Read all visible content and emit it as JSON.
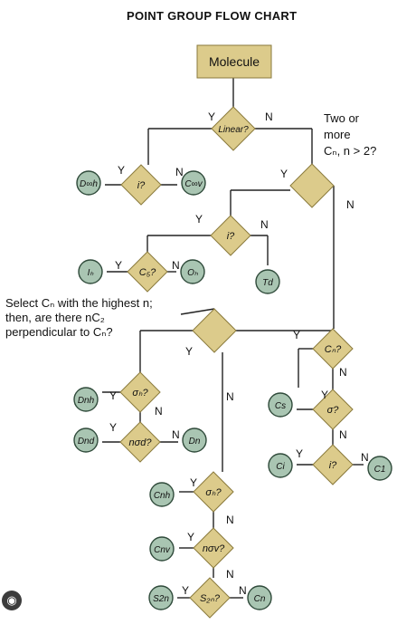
{
  "title": "POINT GROUP FLOW CHART",
  "start": "Molecule",
  "side_note": [
    "Two or",
    "more",
    "Cₙ, n > 2?"
  ],
  "instruction": [
    "Select Cₙ with the highest n;",
    "then, are there nC₂",
    "perpendicular to Cₙ?"
  ],
  "decisions": [
    {
      "id": "linear",
      "label": "Linear?"
    },
    {
      "id": "i1",
      "label": "i?"
    },
    {
      "id": "c5",
      "label": "C₅?"
    },
    {
      "id": "i2",
      "label": "i?"
    },
    {
      "id": "multi",
      "label": ""
    },
    {
      "id": "sel",
      "label": ""
    },
    {
      "id": "sh1",
      "label": "σₕ?"
    },
    {
      "id": "nsd",
      "label": "nσd?"
    },
    {
      "id": "cn",
      "label": "Cₙ?"
    },
    {
      "id": "sig",
      "label": "σ?"
    },
    {
      "id": "i3",
      "label": "i?"
    },
    {
      "id": "sh2",
      "label": "σₕ?"
    },
    {
      "id": "nsv",
      "label": "nσv?"
    },
    {
      "id": "s2n",
      "label": "S₂ₙ?"
    }
  ],
  "groups": [
    {
      "id": "dinfh",
      "label": "D∞h"
    },
    {
      "id": "cinfv",
      "label": "C∞v"
    },
    {
      "id": "ih",
      "label": "Iₕ"
    },
    {
      "id": "oh",
      "label": "Oₕ"
    },
    {
      "id": "td",
      "label": "Td"
    },
    {
      "id": "dnh",
      "label": "Dnh"
    },
    {
      "id": "dnd",
      "label": "Dnd"
    },
    {
      "id": "dn",
      "label": "Dn"
    },
    {
      "id": "cnh",
      "label": "Cnh"
    },
    {
      "id": "cnv",
      "label": "Cnv"
    },
    {
      "id": "s2n_g",
      "label": "S2n"
    },
    {
      "id": "cn_g",
      "label": "Cn"
    },
    {
      "id": "cs",
      "label": "Cs"
    },
    {
      "id": "ci",
      "label": "Ci"
    },
    {
      "id": "c1",
      "label": "C1"
    }
  ],
  "answers": {
    "yes": "Y",
    "no": "N"
  },
  "colors": {
    "decision": "#dccb8b",
    "decision_stroke": "#8a7a3c",
    "group": "#a9c5b2",
    "group_stroke": "#2f4a3a",
    "start": "#dccb8b",
    "line": "#222222"
  },
  "camera_icon": "camera-icon"
}
